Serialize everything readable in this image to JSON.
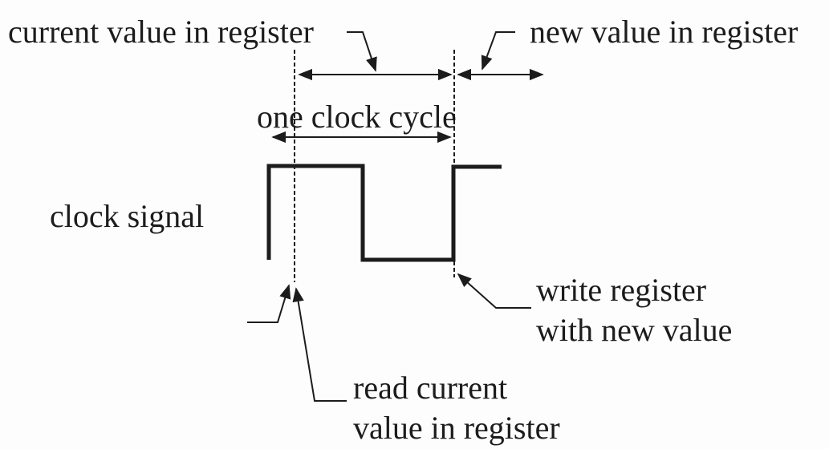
{
  "labels": {
    "current_value": "current value in register",
    "new_value": "new value in register",
    "clock_cycle": "one clock cycle",
    "clock_signal": "clock signal",
    "write_line1": "write register",
    "write_line2": "with new value",
    "read_line1": "read current",
    "read_line2": "value in register"
  },
  "colors": {
    "ink": "#1c1c1c",
    "background": "#fdfdfd"
  }
}
